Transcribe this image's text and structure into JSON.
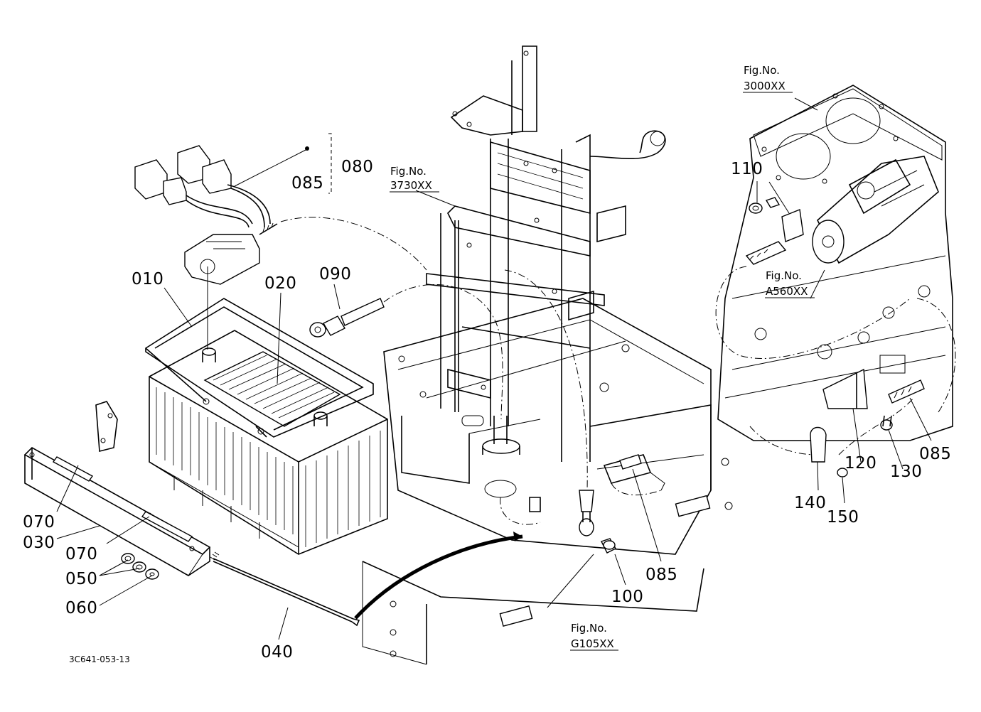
{
  "document": {
    "drawing_code": "3C641-053-13"
  },
  "part_labels": {
    "p010": "010",
    "p020": "020",
    "p030": "030",
    "p040": "040",
    "p050": "050",
    "p060": "060",
    "p070a": "070",
    "p070b": "070",
    "p080": "080",
    "p085a": "085",
    "p085b": "085",
    "p085c": "085",
    "p090": "090",
    "p100": "100",
    "p110": "110",
    "p120": "120",
    "p130": "130",
    "p140": "140",
    "p150": "150"
  },
  "figure_refs": {
    "fig3730": {
      "prefix": "Fig.No.",
      "number": "3730XX"
    },
    "fig3000": {
      "prefix": "Fig.No.",
      "number": "3000XX"
    },
    "figA560": {
      "prefix": "Fig.No.",
      "number": "A560XX"
    },
    "figG105": {
      "prefix": "Fig.No.",
      "number": "G105XX"
    }
  }
}
